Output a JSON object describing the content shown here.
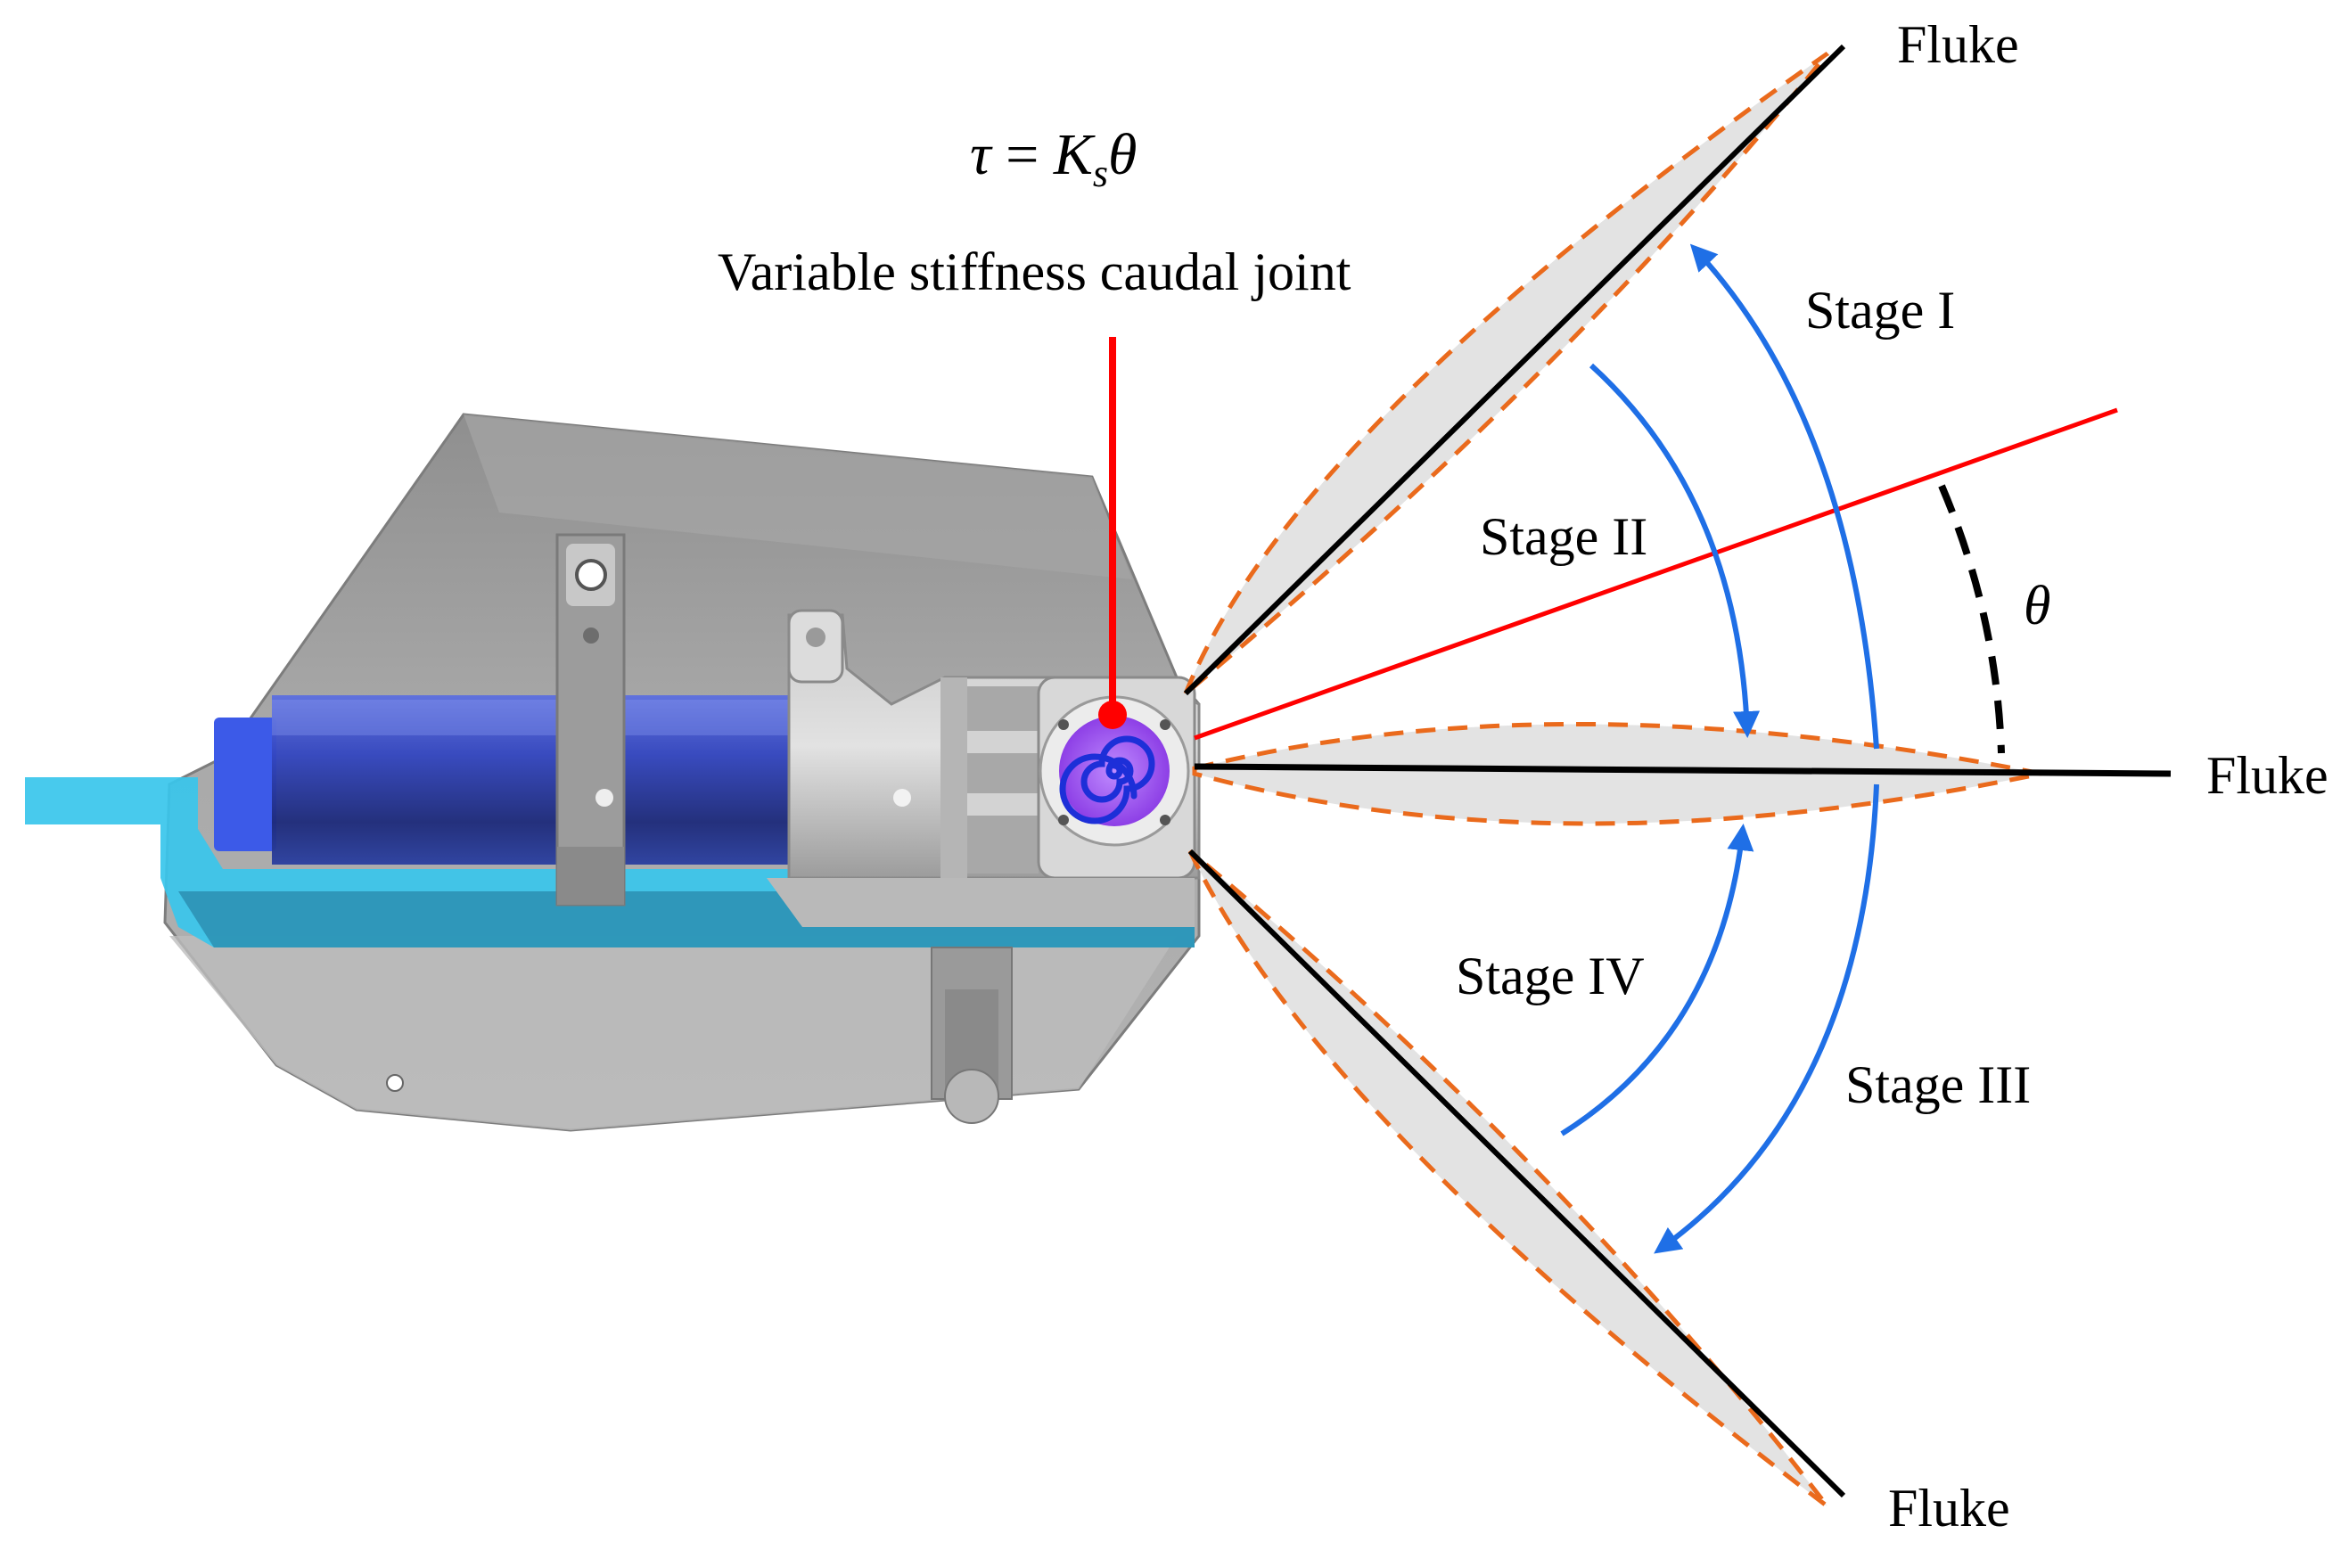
{
  "equation": {
    "tau": "τ",
    "equals": " = ",
    "K": "K",
    "sub": "s",
    "theta": "θ"
  },
  "joint_label": "Variable stiffness caudal joint",
  "stages": {
    "stage1": "Stage I",
    "stage2": "Stage II",
    "stage3": "Stage III",
    "stage4": "Stage IV"
  },
  "fluke_labels": {
    "top": "Fluke",
    "middle": "Fluke",
    "bottom": "Fluke"
  },
  "angle_symbol": "θ",
  "colors": {
    "fluke_line": "#000000",
    "fluke_outline": "#ea6a1c",
    "fluke_fill": "#e3e3e3",
    "arrow": "#1f6fe6",
    "reference_line": "#ff0000",
    "body_gray": "#9a9a9a",
    "motor_blue": "#2c3fb0",
    "base_cyan": "#38c6ec",
    "spring_purple": "#a259f0"
  }
}
